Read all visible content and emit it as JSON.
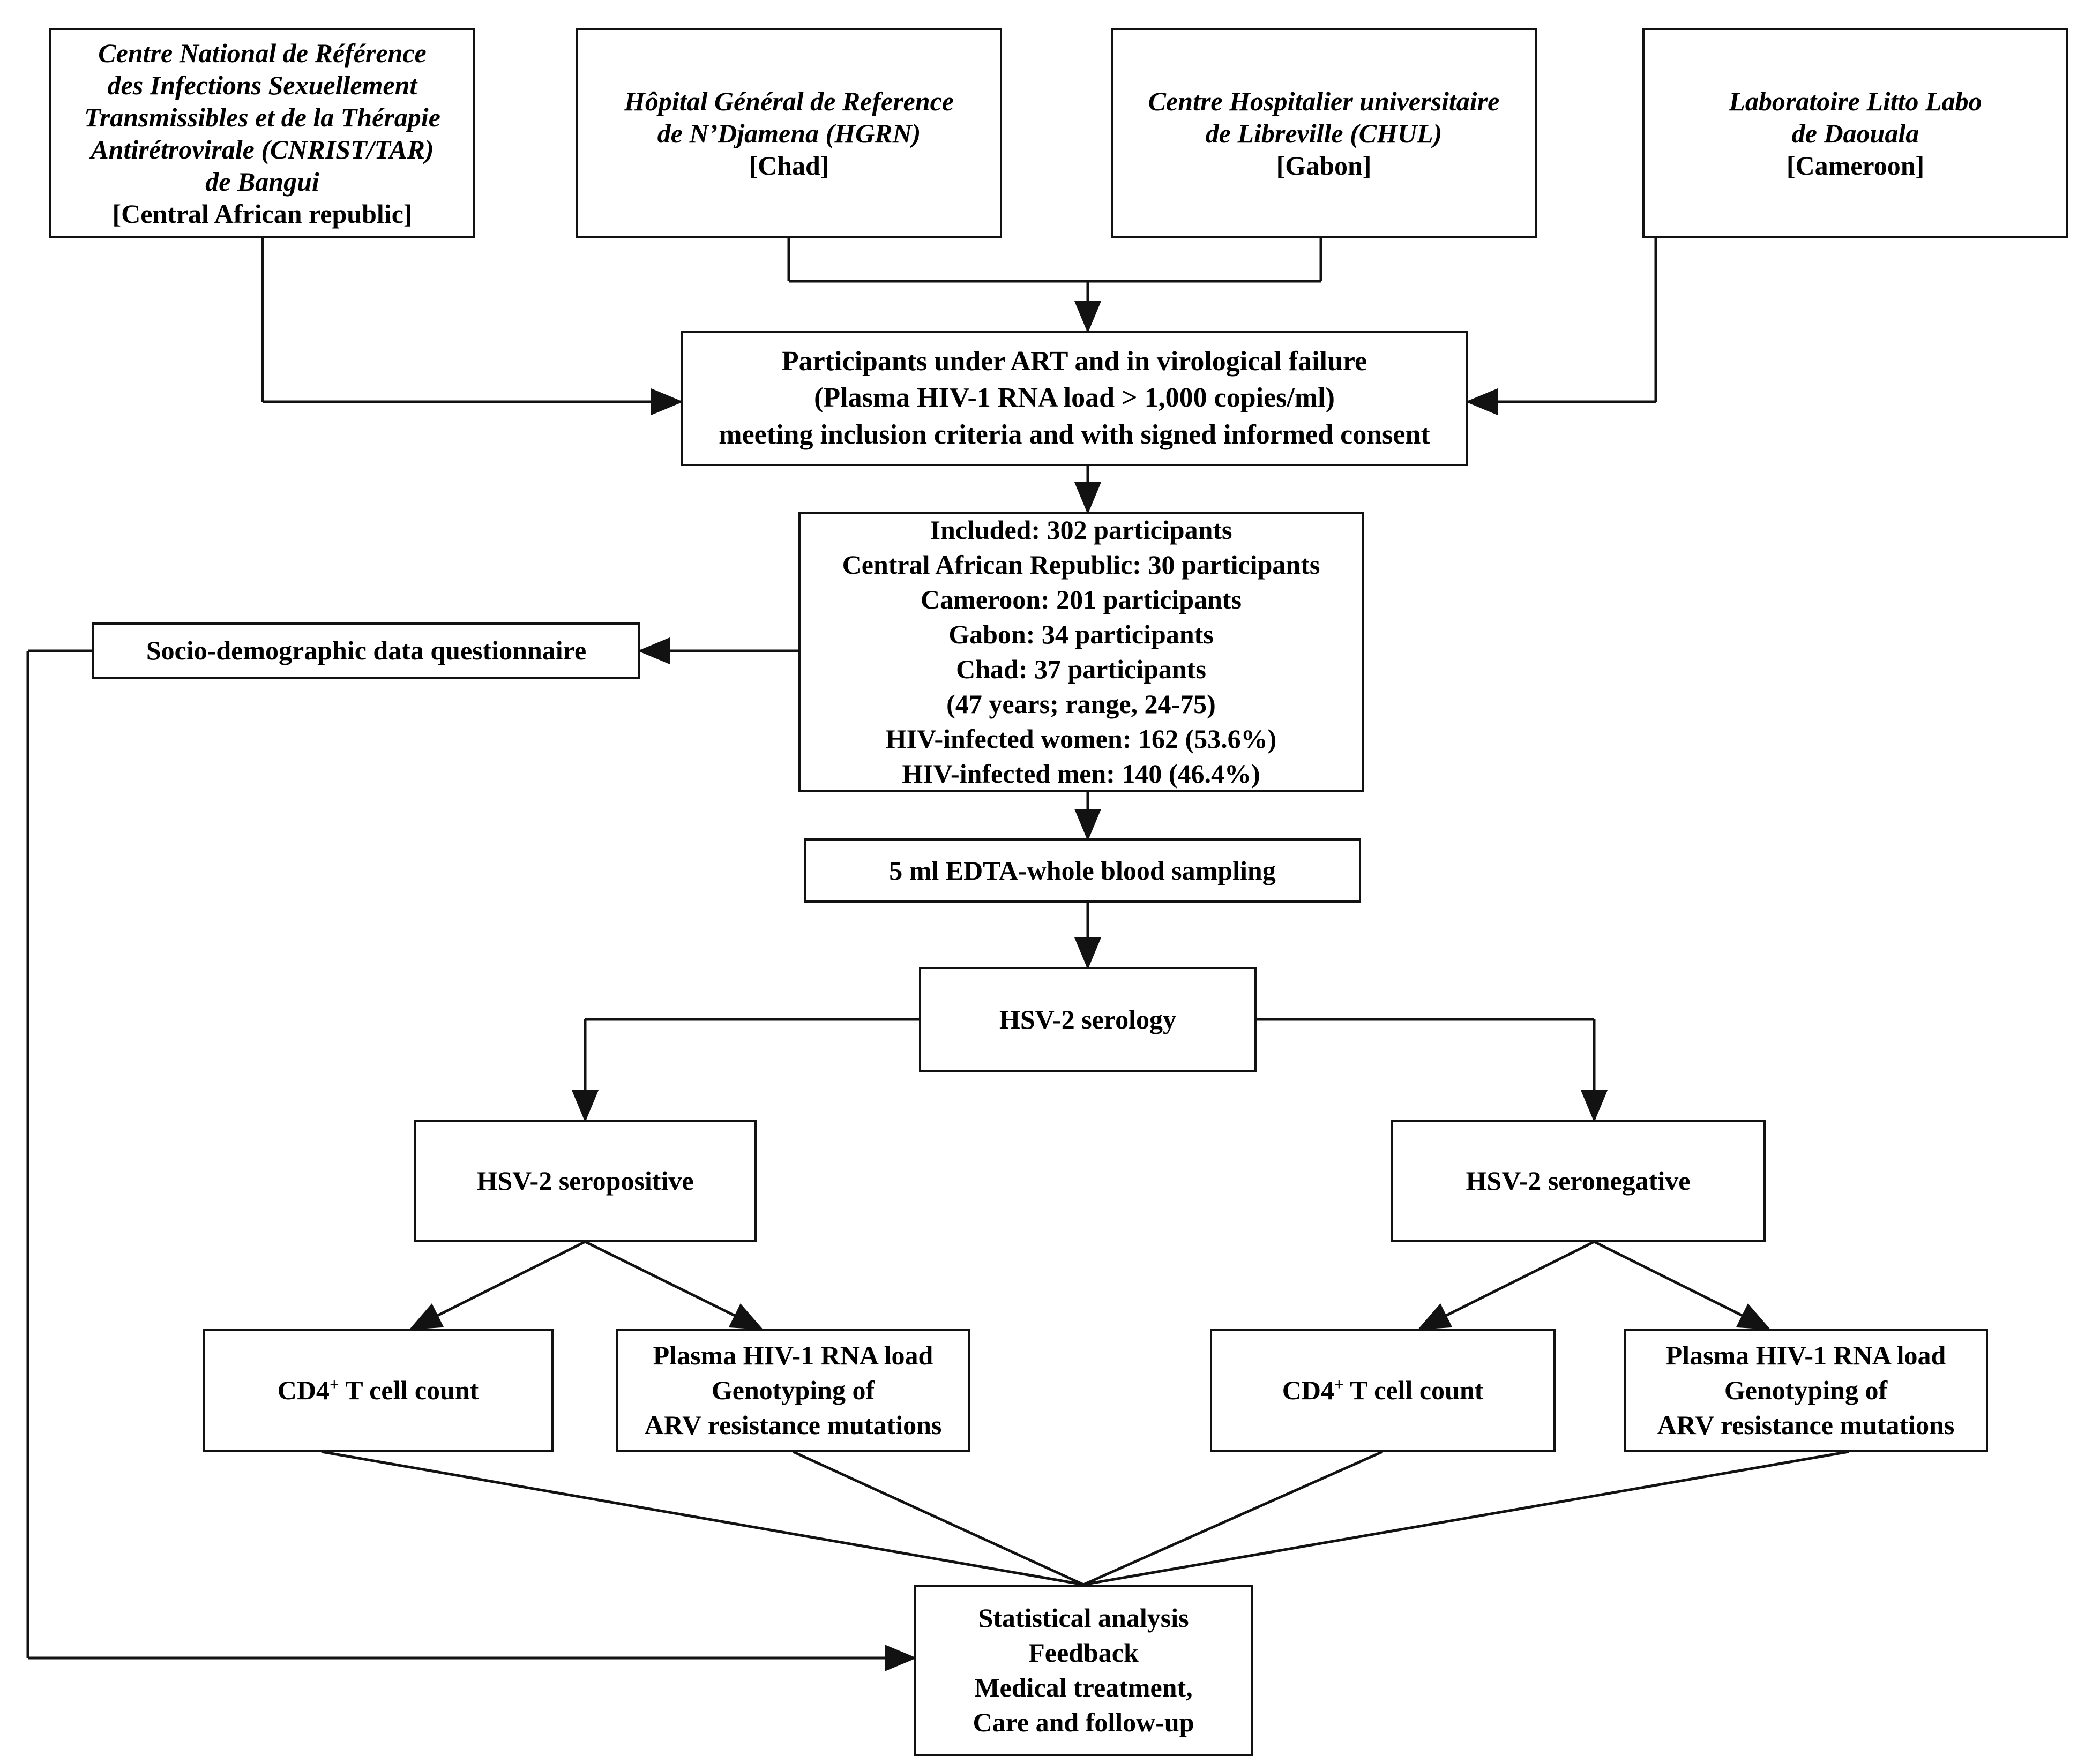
{
  "diagram": {
    "title": "Study flow chart of HIV-1 participants under ART in virological failure screened for HSV-2 serology",
    "type": "flowchart",
    "line_color": "#121212",
    "box_fill": "#ffffff",
    "text_color": "#000000"
  },
  "sites": [
    {
      "id": "cnrist",
      "name_lines": [
        "Centre National de Référence",
        "des Infections Sexuellement",
        "Transmissibles et de la Thérapie",
        "Antirétrovirale (CNRIST/TAR)",
        "de Bangui"
      ],
      "country": "[Central African republic]"
    },
    {
      "id": "hgrn",
      "name_lines": [
        "Hôpital Général de Reference",
        "de N’Djamena (HGRN)"
      ],
      "country": "[Chad]"
    },
    {
      "id": "chul",
      "name_lines": [
        "Centre Hospitalier universitaire",
        "de Libreville (CHUL)"
      ],
      "country": "[Gabon]"
    },
    {
      "id": "litto",
      "name_lines": [
        "Laboratoire Litto Labo",
        "de Daouala"
      ],
      "country": "[Cameroon]"
    }
  ],
  "nodes": {
    "eligibility": {
      "lines": [
        "Participants under ART and in virological failure",
        "(Plasma HIV-1 RNA load > 1,000 copies/ml)",
        "meeting inclusion criteria and with signed informed consent"
      ]
    },
    "included": {
      "lines": [
        "Included: 302 participants",
        "Central African Republic: 30 participants",
        "Cameroon: 201 participants",
        "Gabon: 34 participants",
        "Chad: 37 participants",
        "(47 years; range, 24-75)",
        "HIV-infected women: 162 (53.6%)",
        "HIV-infected men: 140 (46.4%)"
      ]
    },
    "questionnaire": {
      "lines": [
        "Socio-demographic data questionnaire"
      ]
    },
    "sampling": {
      "lines": [
        "5 ml EDTA-whole blood sampling"
      ]
    },
    "serology": {
      "lines": [
        "HSV-2 serology"
      ]
    },
    "seropositive": {
      "lines": [
        "HSV-2 seropositive"
      ]
    },
    "seronegative": {
      "lines": [
        "HSV-2 seronegative"
      ]
    },
    "cd4_left": {
      "prefix": "CD4",
      "sup": "+",
      "suffix": " T cell count"
    },
    "cd4_right": {
      "prefix": "CD4",
      "sup": "+",
      "suffix": " T cell count"
    },
    "viral_left": {
      "lines": [
        "Plasma HIV-1 RNA load",
        "Genotyping of",
        "ARV resistance mutations"
      ]
    },
    "viral_right": {
      "lines": [
        "Plasma HIV-1 RNA load",
        "Genotyping of",
        "ARV resistance mutations"
      ]
    },
    "outcome": {
      "lines": [
        "Statistical analysis",
        "Feedback",
        "Medical treatment,",
        "Care and follow-up"
      ]
    }
  },
  "counts": {
    "included_total": 302,
    "central_african_republic": 30,
    "cameroon": 201,
    "gabon": 34,
    "chad": 37,
    "median_age_years": 47,
    "age_range_min": 24,
    "age_range_max": 75,
    "women": 162,
    "women_pct": 53.6,
    "men": 140,
    "men_pct": 46.4,
    "viral_load_threshold": "1,000 copies/ml",
    "blood_volume": "5 ml"
  }
}
